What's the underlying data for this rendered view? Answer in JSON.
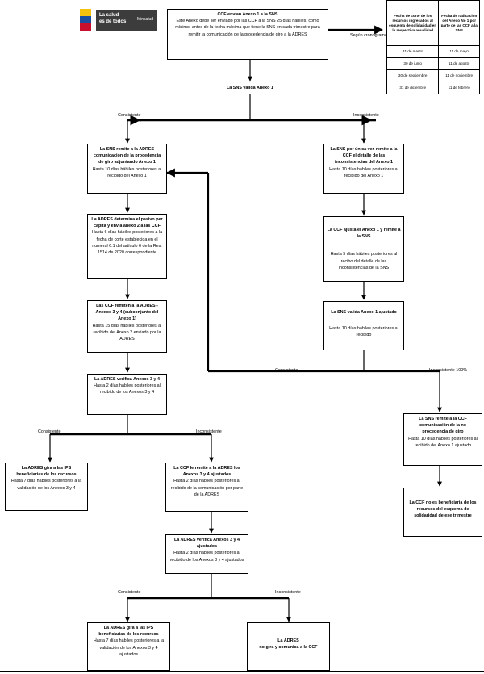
{
  "logo": {
    "line1": "La salud",
    "line2": "es de todos",
    "ministry": "Minsalud"
  },
  "schedule": {
    "note": "Según cronograma",
    "headers": [
      "Fecha de corte de los recursos ingresados al esquema de solidaridad en la respectiva anualidad",
      "Fecha de radicación del Anexo No 1 por parte de las CCF a la SNS"
    ],
    "rows": [
      [
        "31 de marzo",
        "11 de mayo"
      ],
      [
        "30 de junio",
        "11 de agosto"
      ],
      [
        "30 de septiembre",
        "11 de noviembre"
      ],
      [
        "31 de diciembre",
        "11 de febrero"
      ]
    ]
  },
  "nodes": {
    "start": {
      "title": "CCF envían Anexo 1 a la SNS",
      "body": "Este Anexo debe ser enviado por las CCF a la SNS 25 días hábiles, cómo mínimo, antes de la fecha máxima que tiene la SNS en cada trimestre para remitir la comunicación de la procedencia de giro a la ADRES"
    },
    "sns_validates": {
      "title": "La SNS valida Anexo 1"
    },
    "sns_remits_adres": {
      "title": "La SNS remite a la ADRES comunicación de la procedencia de giro adjuntando Anexo 1",
      "body": "Hasta 10 días hábiles posteriores al recibido del Anexo 1"
    },
    "adres_determines": {
      "title": "La ADRES determina el pasivo per cápita y envía anexo 2 a las CCF",
      "body": "Hasta 6 días hábiles posteriores a la fecha de corte establecida en el numeral 6.1 del artículo 6 de la Res. 1514 de 2020 correspondiente"
    },
    "ccf_remit_34": {
      "title": "Las CCF remiten a la ADRES - Anexos 3 y 4 (subconjunto del Anexo 1)",
      "body": "Hasta 15 días hábiles posteriores al recibido del Anexo 2 enviado por la ADRES"
    },
    "adres_verifies_34": {
      "title": "La ADRES verifica Anexos 3 y 4",
      "body": "Hasta 2 días hábiles posteriores al recibido de los Anexos 3 y 4"
    },
    "adres_pays_1": {
      "title": "La ADRES gira a las IPS beneficiarias de los recursos",
      "body": "Hasta 7 días hábiles posteriores a la validación de los Anexos 3 y 4"
    },
    "ccf_remits_adjusted": {
      "title": "La CCF le remite a la ADRES los Anexos 3 y 4 ajustados",
      "body": "Hasta 2 días hábiles posteriores al recibido de la comunicación por parte de la ADRES"
    },
    "adres_verifies_adj": {
      "title": "La ADRES verifica Anexos 3 y 4 ajustados",
      "body": "Hasta 2 días hábiles posteriores al recibido de los Anexos 3 y 4 ajustados"
    },
    "adres_pays_2": {
      "title": "La ADRES gira a las IPS beneficiarias de los recursos",
      "body": "Hasta 7 días hábiles posteriores a la validación de los Anexos 3 y 4 ajustados"
    },
    "adres_no_pay": {
      "title": "La ADRES",
      "body": "no gira y comunica a la CCF"
    },
    "sns_remits_ccf": {
      "title": "La SNS por única vez remite a la CCF el detalle de las inconsistencias del Anexo 1",
      "body": "Hasta 10 días hábiles posteriores al recibido del Anexo 1"
    },
    "ccf_adjusts": {
      "title": "La CCF ajusta el Anexo 1 y remite a la SNS",
      "body": "Hasta 5 días hábiles posteriores al recibo del detalle de las inconsistencias de la SNS"
    },
    "sns_validates_adj": {
      "title": "La SNS valida Anexo 1 ajustado",
      "body": "Hasta 10 días hábiles posteriores al recibido"
    },
    "sns_not_proceed": {
      "title": "La SNS remite a la CCF comunicación de la no procedencia de giro",
      "body": "Hasta 10 días hábiles posteriores al recibido del Anexo 1 ajustado"
    },
    "ccf_not_beneficiary": {
      "title": "La CCF no es beneficiaria de los recursos del esquema de solidaridad de ese trimestre"
    }
  },
  "labels": {
    "consistent_1": "Consistente",
    "inconsistent_1": "Inconsistente",
    "consistent_2": "Consistente",
    "inconsistent_2": "Inconsistente 100%",
    "consistent_3": "Consistente",
    "inconsistent_3": "Inconsistente",
    "consistent_4": "Consistente",
    "inconsistent_4": "Inconsistente"
  }
}
